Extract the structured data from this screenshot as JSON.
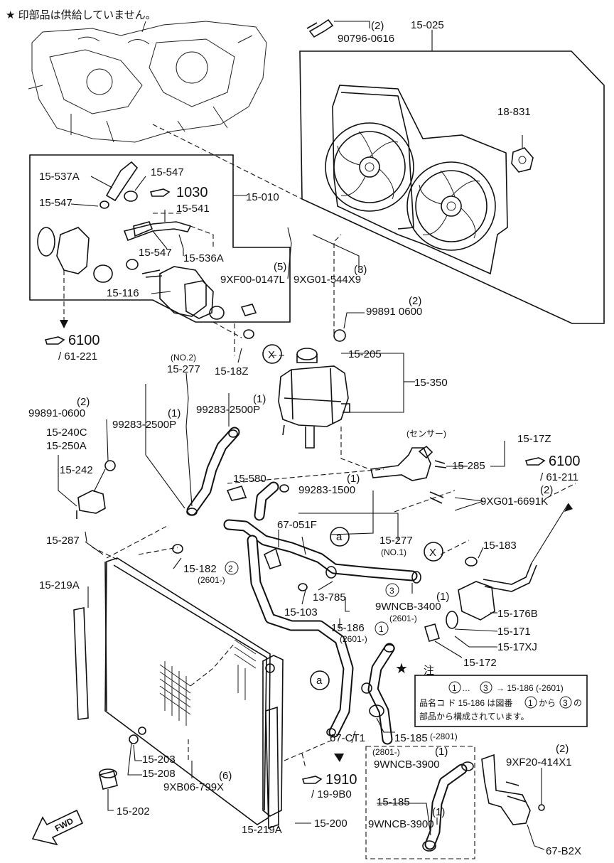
{
  "note_top": "★ 印部品は供給していません。",
  "labels": [
    {
      "id": "p15025",
      "text": "15-025"
    },
    {
      "id": "p90796",
      "text": "90796-0616"
    },
    {
      "id": "q90796",
      "text": "(2)"
    },
    {
      "id": "p18831",
      "text": "18-831"
    },
    {
      "id": "p15537a",
      "text": "15-537A"
    },
    {
      "id": "p15547a",
      "text": "15-547"
    },
    {
      "id": "p15547b",
      "text": "15-547"
    },
    {
      "id": "p15547c",
      "text": "15-547"
    },
    {
      "id": "p15541",
      "text": "15-541"
    },
    {
      "id": "p15010",
      "text": "15-010"
    },
    {
      "id": "p15536a",
      "text": "15-536A"
    },
    {
      "id": "p9xf00",
      "text": "9XF00-0147L"
    },
    {
      "id": "q9xf00",
      "text": "(5)"
    },
    {
      "id": "p15116",
      "text": "15-116"
    },
    {
      "id": "p9xg01544",
      "text": "9XG01-544X9"
    },
    {
      "id": "q9xg01544",
      "text": "(3)"
    },
    {
      "id": "p998910600a",
      "text": "99891 0600"
    },
    {
      "id": "q998910600a",
      "text": "(2)"
    },
    {
      "id": "p61221",
      "text": "/ 61-221"
    },
    {
      "id": "p15205",
      "text": "15-205"
    },
    {
      "id": "p1518z",
      "text": "15-18Z"
    },
    {
      "id": "p15350",
      "text": "15-350"
    },
    {
      "id": "pno2",
      "text": "(NO.2)"
    },
    {
      "id": "p15277a",
      "text": "15-277"
    },
    {
      "id": "q99283a",
      "text": "(1)"
    },
    {
      "id": "p99283a",
      "text": "99283-2500P"
    },
    {
      "id": "q998910600b",
      "text": "(2)"
    },
    {
      "id": "p998910600b",
      "text": "99891-0600"
    },
    {
      "id": "q99283b",
      "text": "(1)"
    },
    {
      "id": "p99283b",
      "text": "99283-2500P"
    },
    {
      "id": "p15240c",
      "text": "15-240C"
    },
    {
      "id": "p15250a",
      "text": "15-250A"
    },
    {
      "id": "p15242",
      "text": "15-242"
    },
    {
      "id": "p15580",
      "text": "15-580"
    },
    {
      "id": "q99283c",
      "text": "(1)"
    },
    {
      "id": "p99283c",
      "text": "99283-1500"
    },
    {
      "id": "p15287",
      "text": "15-287"
    },
    {
      "id": "p67051f",
      "text": "67-051F"
    },
    {
      "id": "p15277b",
      "text": "15-277"
    },
    {
      "id": "pno1",
      "text": "(NO.1)"
    },
    {
      "id": "psensor",
      "text": "(センサー)"
    },
    {
      "id": "p1517z",
      "text": "15-17Z"
    },
    {
      "id": "p15285",
      "text": "15-285"
    },
    {
      "id": "p61211",
      "text": "/ 61-211"
    },
    {
      "id": "q9xg016691",
      "text": "(2)"
    },
    {
      "id": "p9xg016691",
      "text": "9XG01-6691K"
    },
    {
      "id": "p15183",
      "text": "15-183"
    },
    {
      "id": "p15219a1",
      "text": "15-219A"
    },
    {
      "id": "p15182",
      "text": "15-182"
    },
    {
      "id": "p2601a",
      "text": "(2601-)"
    },
    {
      "id": "p13785",
      "text": "13-785"
    },
    {
      "id": "p15103",
      "text": "15-103"
    },
    {
      "id": "p9wncb3400",
      "text": "9WNCB-3400"
    },
    {
      "id": "p2601b",
      "text": "(2601-)"
    },
    {
      "id": "q15176b",
      "text": "(1)"
    },
    {
      "id": "p15176b",
      "text": "15-176B"
    },
    {
      "id": "p15171",
      "text": "15-171"
    },
    {
      "id": "p15186",
      "text": "15-186"
    },
    {
      "id": "p2601c",
      "text": "(2601-)"
    },
    {
      "id": "p1517xj",
      "text": "15-17XJ"
    },
    {
      "id": "p15172",
      "text": "15-172"
    },
    {
      "id": "pnotehead",
      "text": "注"
    },
    {
      "id": "pnote1",
      "text": "→ 15-186 (-2601)"
    },
    {
      "id": "pnote2",
      "text": "品名コ ド 15-186 は図番"
    },
    {
      "id": "pnote3",
      "text": "から"
    },
    {
      "id": "pnote4",
      "text": "の"
    },
    {
      "id": "pnote5",
      "text": "部品から構成されています。"
    },
    {
      "id": "pnoteell",
      "text": "…"
    },
    {
      "id": "p15185a",
      "text": "15-185"
    },
    {
      "id": "p2801a",
      "text": "(-2801)"
    },
    {
      "id": "p67ct1",
      "text": "67-CT1"
    },
    {
      "id": "p2801b",
      "text": "(2801-)"
    },
    {
      "id": "q9wncb3900a",
      "text": "(1)"
    },
    {
      "id": "p9wncb3900a",
      "text": "9WNCB-3900"
    },
    {
      "id": "q9xf20",
      "text": "(2)"
    },
    {
      "id": "p9xf20",
      "text": "9XF20-414X1"
    },
    {
      "id": "p15203",
      "text": "15-203"
    },
    {
      "id": "p15208",
      "text": "15-208"
    },
    {
      "id": "q9xb06",
      "text": "(6)"
    },
    {
      "id": "p9xb06",
      "text": "9XB06-799X"
    },
    {
      "id": "p19b0",
      "text": "/ 19-9B0"
    },
    {
      "id": "p15185b",
      "text": "15-185"
    },
    {
      "id": "q9wncb3900b",
      "text": "(1)"
    },
    {
      "id": "p9wncb3900b",
      "text": "9WNCB-3900"
    },
    {
      "id": "p15202",
      "text": "15-202"
    },
    {
      "id": "p15219a2",
      "text": "15-219A"
    },
    {
      "id": "p15200",
      "text": "15-200"
    },
    {
      "id": "p67b2x",
      "text": "67-B2X"
    }
  ],
  "page_refs": [
    {
      "id": "r1030",
      "text": "1030"
    },
    {
      "id": "r6100a",
      "text": "6100"
    },
    {
      "id": "r6100b",
      "text": "6100"
    },
    {
      "id": "r1910",
      "text": "1910"
    }
  ],
  "circled_letters": [
    {
      "id": "x1",
      "text": "X"
    },
    {
      "id": "x2",
      "text": "X"
    },
    {
      "id": "a1",
      "text": "a"
    },
    {
      "id": "a2",
      "text": "a"
    }
  ],
  "circled_numbers": [
    {
      "id": "n2",
      "text": "2"
    },
    {
      "id": "n3",
      "text": "3"
    },
    {
      "id": "n1",
      "text": "1"
    },
    {
      "id": "nn1",
      "text": "1"
    },
    {
      "id": "nn3",
      "text": "3"
    },
    {
      "id": "nn1b",
      "text": "1"
    },
    {
      "id": "nn3b",
      "text": "3"
    }
  ],
  "fwd_label": "FWD"
}
